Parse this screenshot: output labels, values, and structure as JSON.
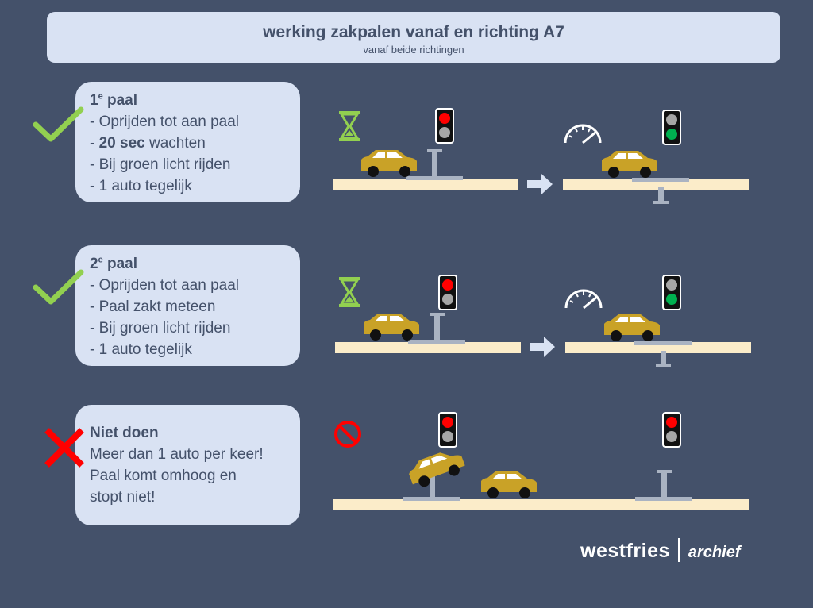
{
  "header": {
    "title": "werking zakpalen vanaf en richting A7",
    "subtitle": "vanaf beide richtingen"
  },
  "rules": [
    {
      "status": "allowed",
      "heading_prefix": "1",
      "heading_sup": "e",
      "heading_rest": " paal",
      "lines": [
        {
          "bold": "",
          "text": "- Oprijden tot aan paal"
        },
        {
          "bold": "20 sec",
          "text": " wachten",
          "pre": "- "
        },
        {
          "bold": "",
          "text": "- Bij groen licht rijden"
        },
        {
          "bold": "",
          "text": "- 1 auto tegelijk"
        }
      ]
    },
    {
      "status": "allowed",
      "heading_prefix": "2",
      "heading_sup": "e",
      "heading_rest": " paal",
      "lines": [
        {
          "bold": "",
          "text": "- Oprijden tot aan paal"
        },
        {
          "bold": "",
          "text": "- Paal zakt meteen"
        },
        {
          "bold": "",
          "text": "- Bij groen licht rijden"
        },
        {
          "bold": "",
          "text": "- 1 auto tegelijk"
        }
      ]
    },
    {
      "status": "forbidden",
      "heading_prefix": "Niet doen",
      "heading_sup": "",
      "heading_rest": "",
      "lines": [
        {
          "bold": "",
          "text": "Meer dan 1 auto per keer!"
        },
        {
          "bold": "",
          "text": "Paal komt omhoog en"
        },
        {
          "bold": "",
          "text": "stopt niet!"
        }
      ]
    }
  ],
  "colors": {
    "background": "#44516a",
    "panel": "#d9e2f3",
    "check": "#92d050",
    "cross": "#ff0000",
    "car": "#c9a227",
    "road": "#fbecc9",
    "bollard": "#aab3c2",
    "light_red": "#ff0000",
    "light_green": "#00b050",
    "light_off": "#a6a6a6"
  },
  "icons": {
    "allowed": "checkmark-icon",
    "forbidden": "cross-icon",
    "wait": "hourglass-icon",
    "speed": "speedometer-icon",
    "no_entry": "prohibited-icon",
    "next": "arrow-right-icon"
  },
  "brand": {
    "name": "westfries",
    "suffix": "archief"
  }
}
